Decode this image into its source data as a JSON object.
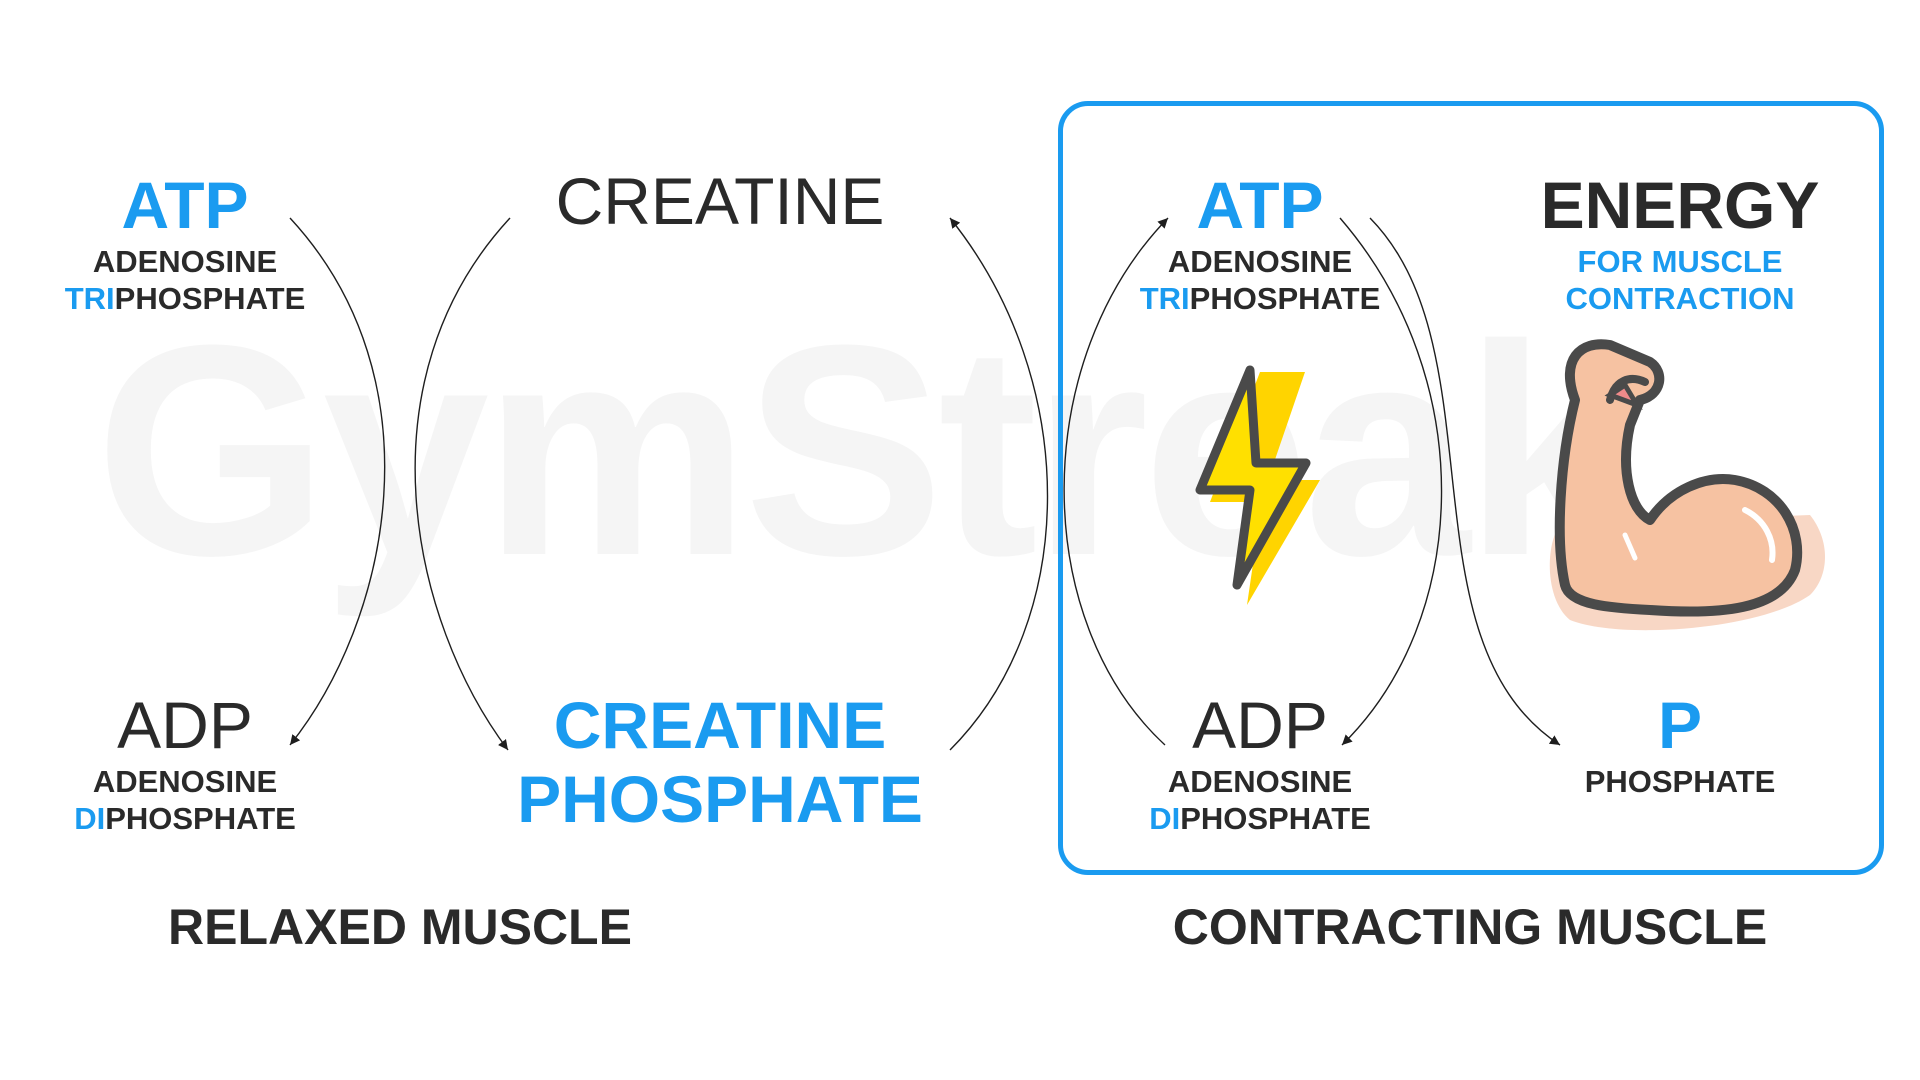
{
  "watermark": "GymStreak",
  "relaxed": {
    "atp": {
      "abbr": "ATP",
      "line1": "ADENOSINE",
      "prefix": "TRI",
      "rest": "PHOSPHATE"
    },
    "adp": {
      "abbr": "ADP",
      "line1": "ADENOSINE",
      "prefix": "DI",
      "rest": "PHOSPHATE"
    },
    "creatine": "CREATINE",
    "creatine_phosphate": {
      "line1": "CREATINE",
      "line2": "PHOSPHATE"
    },
    "caption": "RELAXED MUSCLE"
  },
  "contracting": {
    "atp": {
      "abbr": "ATP",
      "line1": "ADENOSINE",
      "prefix": "TRI",
      "rest": "PHOSPHATE"
    },
    "adp": {
      "abbr": "ADP",
      "line1": "ADENOSINE",
      "prefix": "DI",
      "rest": "PHOSPHATE"
    },
    "energy": {
      "title": "ENERGY",
      "line1": "FOR MUSCLE",
      "line2": "CONTRACTION"
    },
    "phosphate": {
      "abbr": "P",
      "label": "PHOSPHATE"
    },
    "caption": "CONTRACTING MUSCLE"
  },
  "icons": {
    "energy": "lightning-bolt-icon",
    "muscle": "flexed-bicep-icon"
  },
  "colors": {
    "accent": "#1a9bf0",
    "text": "#2a2a2a",
    "bolt": "#ffd400",
    "skin": "#f6c2a2"
  }
}
